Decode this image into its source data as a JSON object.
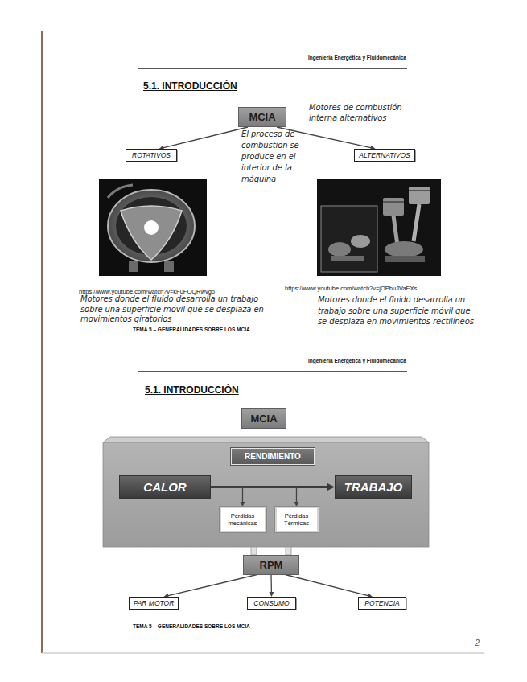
{
  "diagram": {
    "nodes": [
      {
        "text": [
          "MCIA"
        ]
      },
      {
        "text": [
          "ROTATIVOS"
        ]
      },
      {
        "text": [
          "ALTERNATIVOS"
        ]
      },
      {
        "text": [
          "MCIA"
        ]
      },
      {
        "text": [
          "RENDIMIENTO"
        ]
      },
      {
        "text": [
          "CALOR"
        ]
      },
      {
        "text": [
          "TRABAJO"
        ]
      },
      {
        "text": [
          "Pérdidas mecánicas"
        ]
      },
      {
        "text": [
          "Pérdidas Térmicas"
        ]
      },
      {
        "text": [
          "RPM"
        ]
      },
      {
        "text": [
          "PAR MOTOR"
        ]
      },
      {
        "text": [
          "CONSUMO"
        ]
      },
      {
        "text": [
          "POTENCIA"
        ]
      }
    ],
    "edges": [
      {
        "from": 0,
        "to": 1,
        "arrow": "to"
      },
      {
        "from": 0,
        "to": 2,
        "arrow": "to"
      },
      {
        "from": 5,
        "to": 6,
        "arrow": "to"
      },
      {
        "from": 5,
        "to": 7,
        "arrow": "to"
      },
      {
        "from": 5,
        "to": 8,
        "arrow": "to"
      },
      {
        "from": 9,
        "to": 10,
        "arrow": "to"
      },
      {
        "from": 9,
        "to": 11,
        "arrow": "to"
      },
      {
        "from": 9,
        "to": 12,
        "arrow": "to"
      }
    ],
    "labels": [
      "Ingeniería Energética y Fluidomecánica",
      "5.1. INTRODUCCIÓN",
      "Motores de combustión interna alternativos",
      "El proceso de combustión se produce en el interior de la máquina",
      "https://www.youtube.com/watch?v=kF0FOQRwvgo",
      "https://www.youtube.com/watch?v=jOPbuJVaEXs",
      "Motores donde el fluido desarrolla un trabajo sobre una superficie móvil que se desplaza en movimientos giratorios",
      "TEMA 5 – GENERALIDADES SOBRE LOS MCIA",
      "Motores donde el fluido desarrolla un trabajo sobre una superficie móvil que se desplaza en movimientos rectilíneos",
      "Ingeniería Energética y Fluidomecánica",
      "5.1. INTRODUCCIÓN",
      "TEMA 5 – GENERALIDADES SOBRE LOS MCIA",
      "2"
    ]
  }
}
